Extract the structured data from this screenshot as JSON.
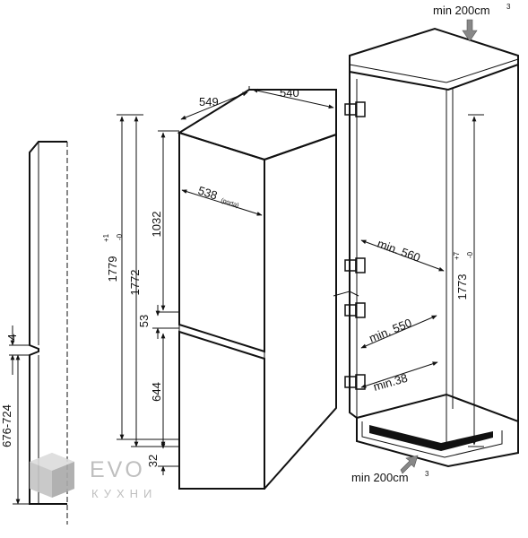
{
  "diagram": {
    "top_vent_label": "min 200cm",
    "top_vent_sup": "3",
    "bottom_vent_label": "min 200cm",
    "bottom_vent_sup": "3",
    "dim_549": "549",
    "dim_540": "540",
    "dim_538": "538",
    "dim_538_note": "(porta)",
    "dim_1032": "1032",
    "dim_1779": "1779",
    "dim_1779_sup": "+1",
    "dim_1779_sub": "-0",
    "dim_1772": "1772",
    "dim_53": "53",
    "dim_644": "644",
    "dim_32": "32",
    "dim_4": "4",
    "dim_676_724": "676-724",
    "dim_min560": "min. 560",
    "dim_min550": "min. 550",
    "dim_min38": "min.38",
    "dim_1773": "1773",
    "dim_1773_sup": "+7",
    "dim_1773_sub": "-0"
  },
  "logo": {
    "name": "EVO",
    "sub": "КУХНИ",
    "icon": "evo-cube-icon",
    "color": "#b9b9b9"
  }
}
